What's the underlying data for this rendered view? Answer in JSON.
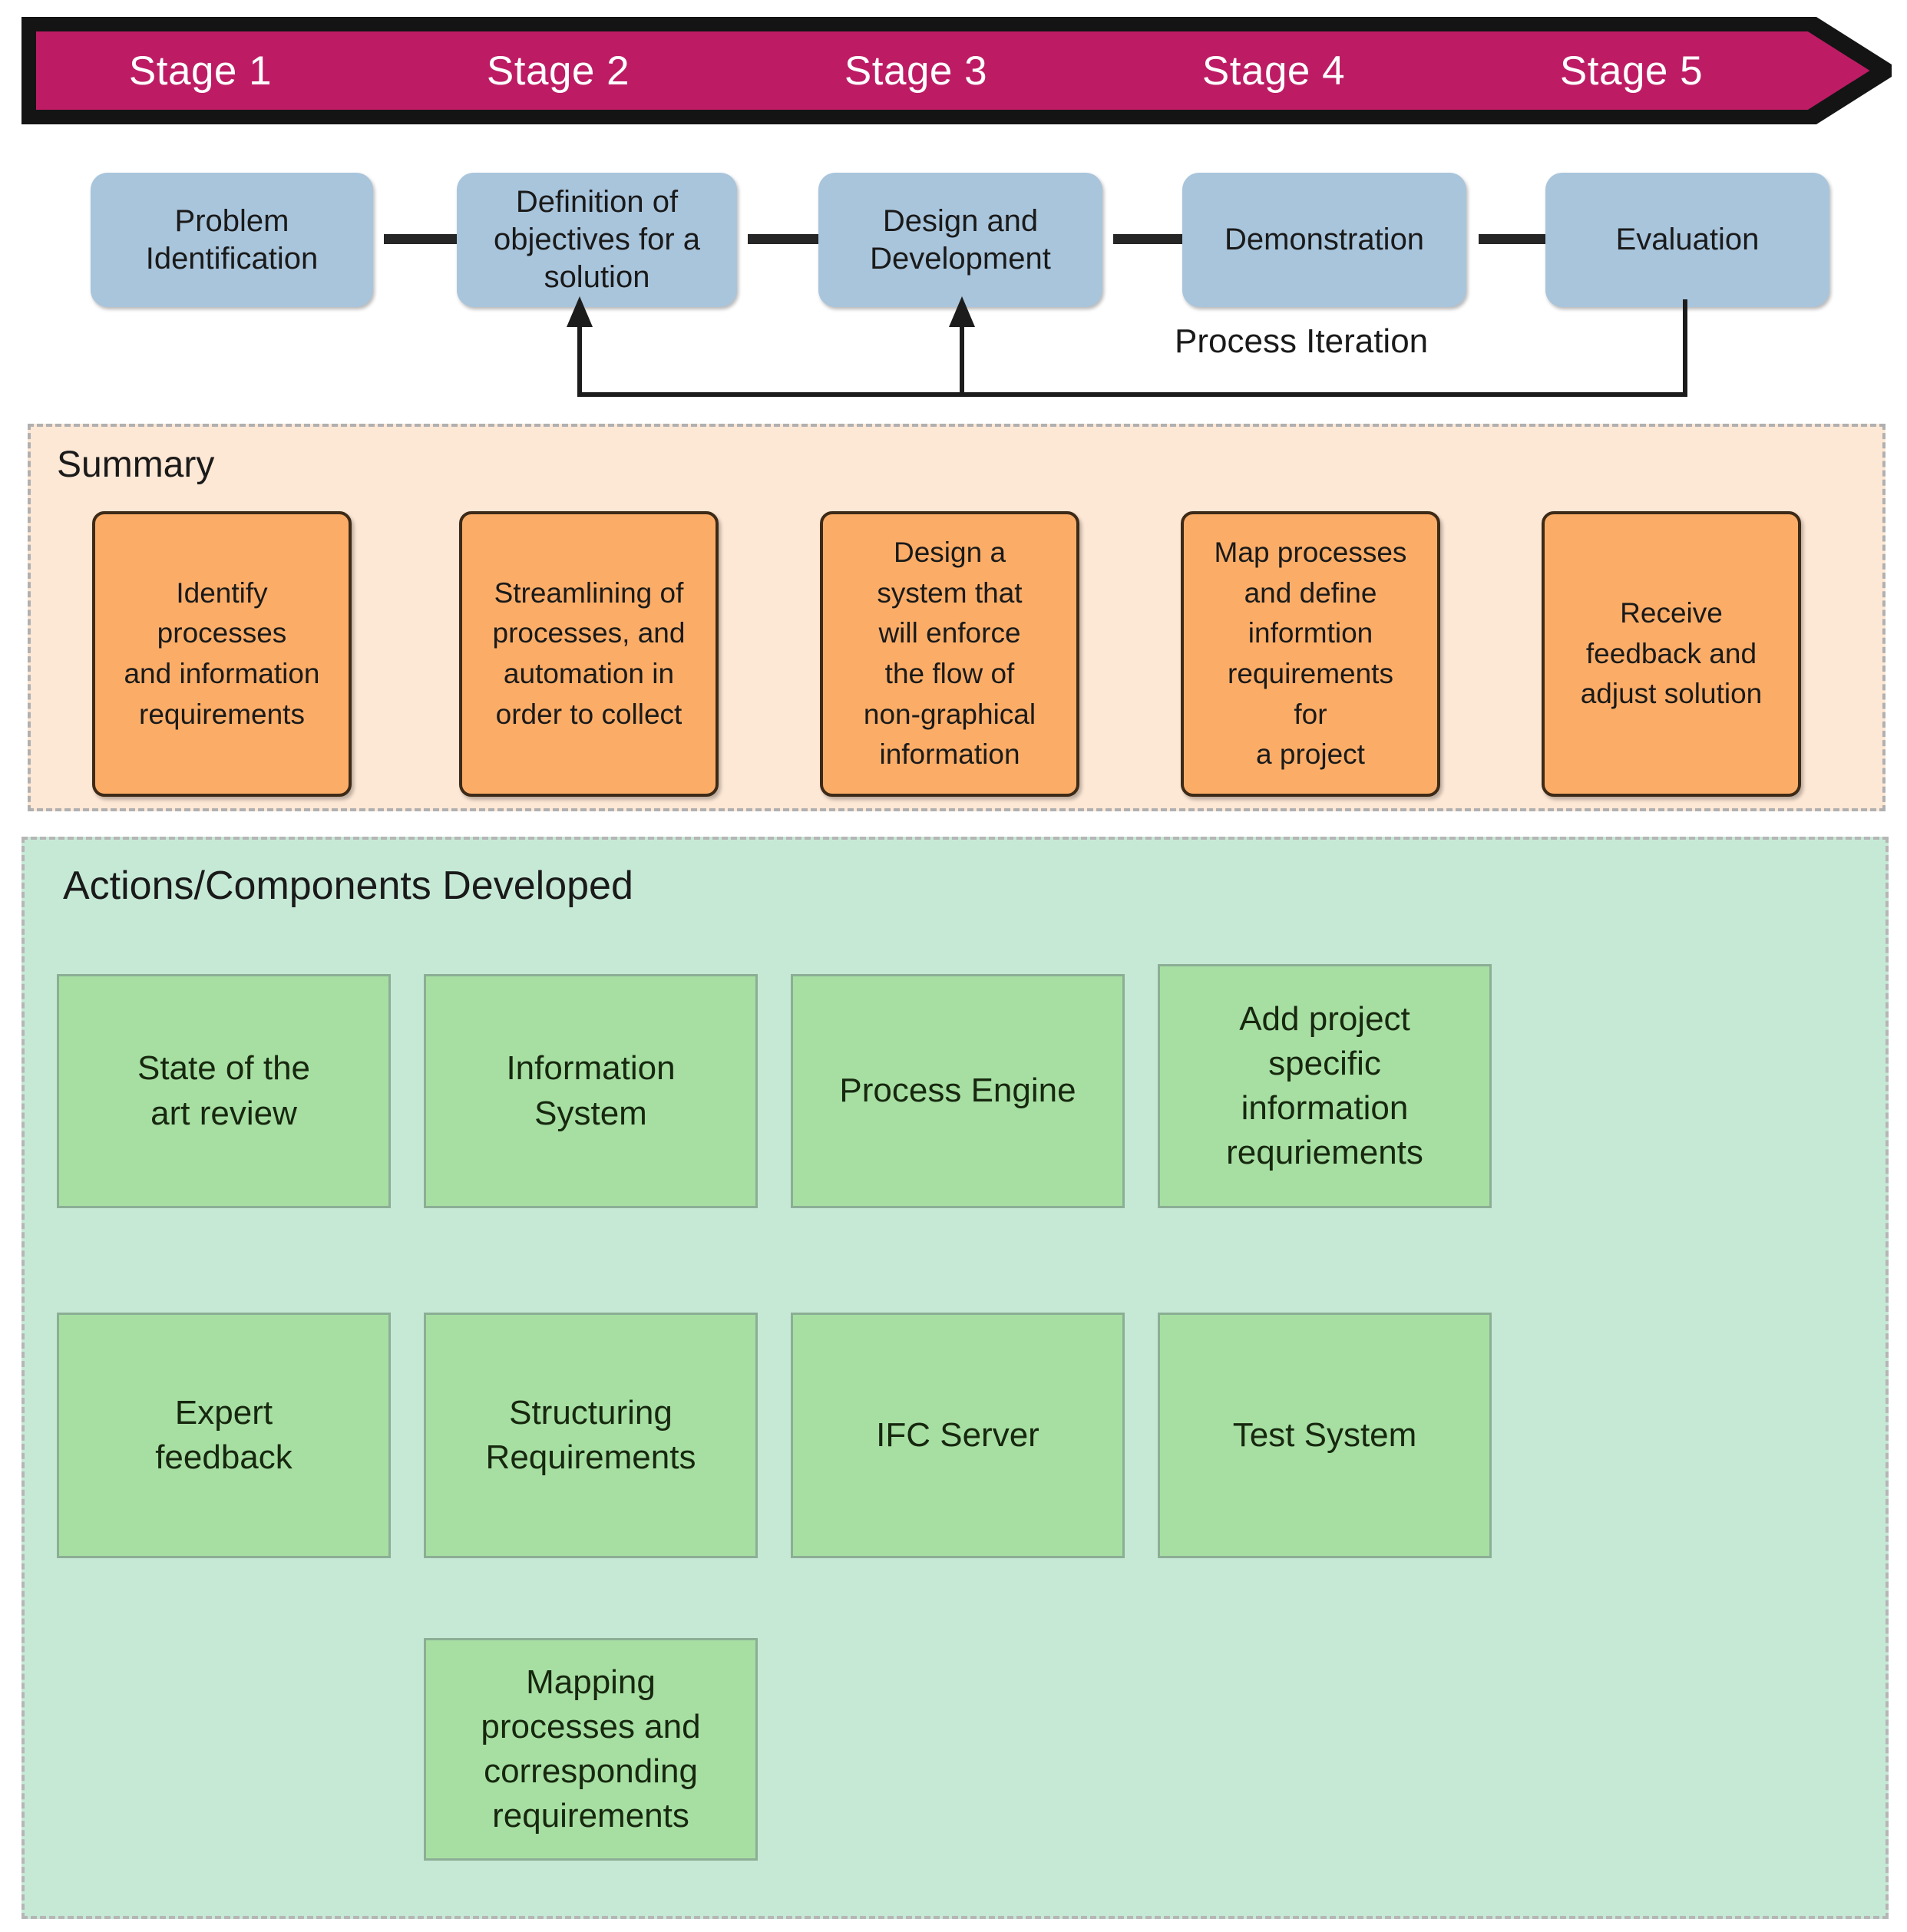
{
  "colors": {
    "banner_fill": "#bd1c65",
    "banner_border": "#141414",
    "process_box": "#a9c5dc",
    "summary_panel": "#fde7d5",
    "summary_box": "#fbad68",
    "actions_panel": "#c6e9d6",
    "actions_box": "#a7dfa3",
    "arrow": "#262626"
  },
  "banner": {
    "stages": [
      {
        "label": "Stage 1"
      },
      {
        "label": "Stage 2"
      },
      {
        "label": "Stage 3"
      },
      {
        "label": "Stage 4"
      },
      {
        "label": "Stage 5"
      }
    ]
  },
  "process": {
    "boxes": [
      {
        "label": "Problem\nIdentification"
      },
      {
        "label": "Definition of\nobjectives for a\nsolution"
      },
      {
        "label": "Design and\nDevelopment"
      },
      {
        "label": "Demonstration"
      },
      {
        "label": "Evaluation"
      }
    ],
    "iteration_label": "Process Iteration"
  },
  "summary": {
    "title": "Summary",
    "boxes": [
      {
        "label": "Identify\nprocesses\nand information\nrequirements"
      },
      {
        "label": "Streamlining of\nprocesses, and\nautomation in\norder to collect"
      },
      {
        "label": "Design a\nsystem that\nwill enforce\nthe flow of\nnon-graphical\ninformation"
      },
      {
        "label": "Map processes\nand define\ninformtion\nrequirements\nfor\na project"
      },
      {
        "label": "Receive\nfeedback and\nadjust solution"
      }
    ]
  },
  "actions": {
    "title": "Actions/Components Developed",
    "rows": [
      [
        {
          "label": "State of the\nart review"
        },
        {
          "label": "Information\nSystem"
        },
        {
          "label": "Process Engine"
        },
        {
          "label": "Add project\nspecific\ninformation\nrequriements"
        }
      ],
      [
        {
          "label": "Expert\nfeedback"
        },
        {
          "label": "Structuring\nRequirements"
        },
        {
          "label": "IFC Server"
        },
        {
          "label": "Test System"
        }
      ],
      [
        {
          "label": "Mapping\nprocesses and\ncorresponding\nrequirements"
        }
      ]
    ]
  }
}
